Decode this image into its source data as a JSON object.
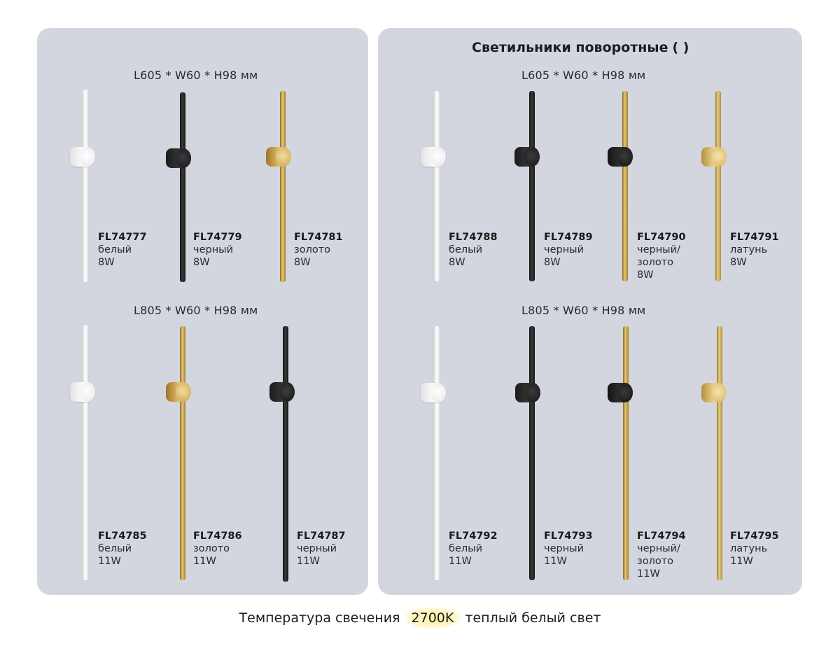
{
  "left_panel": {
    "top_dim": "L605 * W60 * H98 мм",
    "bottom_dim": "L805 * W60 * H98 мм",
    "top_row": [
      {
        "code": "FL74777",
        "color": "белый",
        "power": "8W",
        "finish": "white"
      },
      {
        "code": "FL74779",
        "color": "черный",
        "power": "8W",
        "finish": "black"
      },
      {
        "code": "FL74781",
        "color": "золото",
        "power": "8W",
        "finish": "gold"
      }
    ],
    "bottom_row": [
      {
        "code": "FL74785",
        "color": "белый",
        "power": "11W",
        "finish": "white"
      },
      {
        "code": "FL74786",
        "color": "золото",
        "power": "11W",
        "finish": "gold"
      },
      {
        "code": "FL74787",
        "color": "черный",
        "power": "11W",
        "finish": "black"
      }
    ]
  },
  "right_panel": {
    "heading": "Светильники поворотные",
    "heading_icon": "rotate-icon",
    "top_dim": "L605 * W60 * H98 мм",
    "bottom_dim": "L805 * W60 * H98 мм",
    "top_row": [
      {
        "code": "FL74788",
        "color": "белый",
        "power": "8W",
        "finish": "white"
      },
      {
        "code": "FL74789",
        "color": "черный",
        "power": "8W",
        "finish": "black"
      },
      {
        "code": "FL74790",
        "color": "черный/",
        "color2": "золото",
        "power": "8W",
        "finish": "blackgold"
      },
      {
        "code": "FL74791",
        "color": "латунь",
        "power": "8W",
        "finish": "brass"
      }
    ],
    "bottom_row": [
      {
        "code": "FL74792",
        "color": "белый",
        "power": "11W",
        "finish": "white"
      },
      {
        "code": "FL74793",
        "color": "черный",
        "power": "11W",
        "finish": "black"
      },
      {
        "code": "FL74794",
        "color": "черный/",
        "color2": "золото",
        "power": "11W",
        "finish": "blackgold"
      },
      {
        "code": "FL74795",
        "color": "латунь",
        "power": "11W",
        "finish": "brass"
      }
    ]
  },
  "footer": {
    "prefix": "Температура свечения",
    "highlight": "2700K",
    "suffix": "теплый белый свет",
    "highlight_color": "#fff3a8"
  }
}
